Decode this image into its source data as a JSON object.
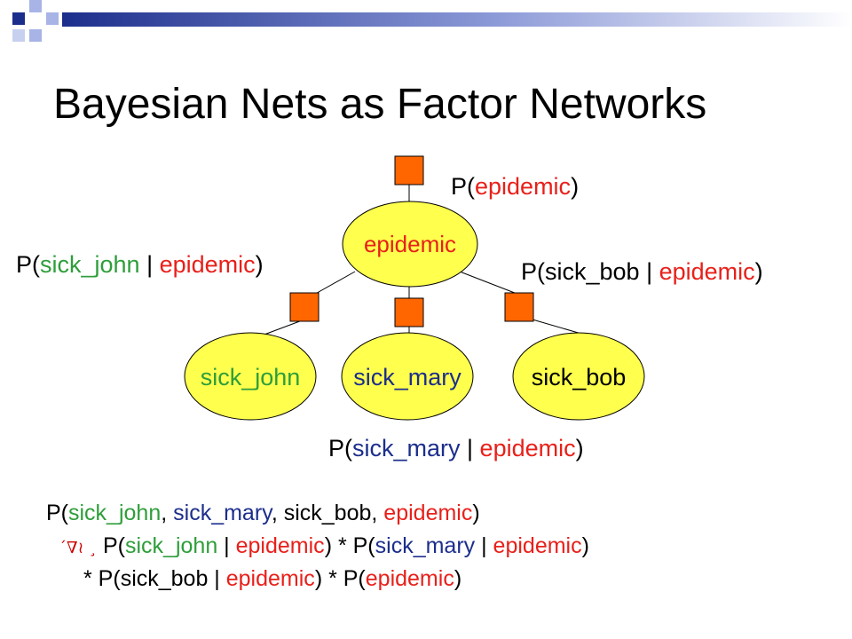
{
  "title": "Bayesian Nets as Factor Networks",
  "colors": {
    "var_red": "#e8201a",
    "var_green": "#2e9e3a",
    "var_blue": "#1c2e8c",
    "node_fill": "#ffff4d",
    "factor_fill": "#ff6600",
    "deco_navy": "#1c2e8c",
    "deco_blue": "#a8b4e6"
  },
  "nodes": {
    "epidemic": "epidemic",
    "sick_john": "sick_john",
    "sick_mary": "sick_mary",
    "sick_bob": "sick_bob"
  },
  "factor_labels": {
    "epidemic": {
      "p": "P(",
      "var": "epidemic",
      "close": ")"
    },
    "john": {
      "p": "P(",
      "var": "sick_john",
      "sep": " | ",
      "cond": "epidemic",
      "close": ")"
    },
    "bob": {
      "p": "P(",
      "var": "sick_bob",
      "sep": " | ",
      "cond": "epidemic",
      "close": ")"
    },
    "mary": {
      "p": "P(",
      "var": "sick_mary",
      "sep": " | ",
      "cond": "epidemic",
      "close": ")"
    }
  },
  "equation": {
    "line1": {
      "p": "P(",
      "a": "sick_john",
      "c1": ", ",
      "b": "sick_mary",
      "c2": ", ",
      "c": "sick_bob",
      "c3": ", ",
      "d": "epidemic",
      "close": ")"
    },
    "line2": {
      "glyph": "´∇≀ ¸",
      "p1": " P(",
      "a": "sick_john",
      "s1": " | ",
      "b": "epidemic",
      "m1": ") * P(",
      "c": "sick_mary",
      "s2": " | ",
      "d": "epidemic",
      "close": ")"
    },
    "line3": {
      "pre": "* P(",
      "a": "sick_bob",
      "s1": " | ",
      "b": "epidemic",
      "m1": ") * P(",
      "c": "epidemic",
      "close": ")"
    }
  }
}
